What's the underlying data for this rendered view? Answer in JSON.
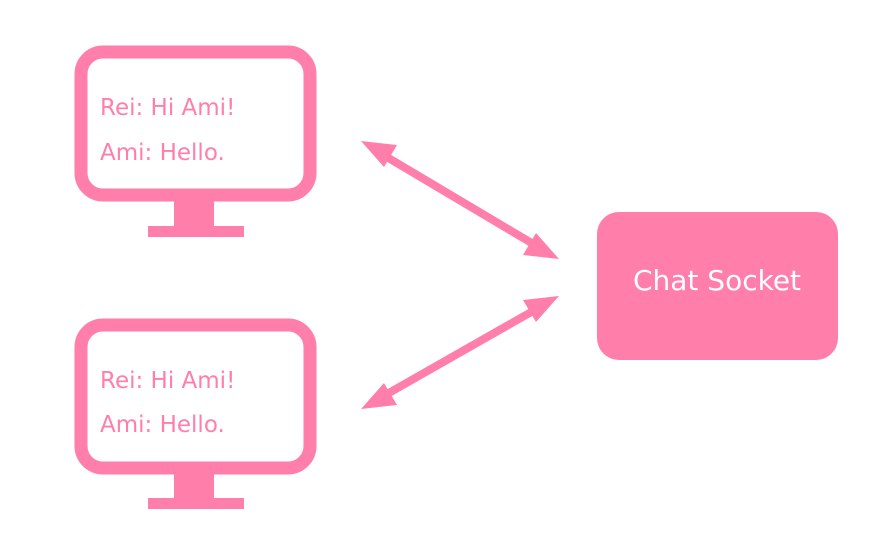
{
  "colors": {
    "accent": "#ff7eaa",
    "background": "#ffffff",
    "socket_text": "#ffffff"
  },
  "clients": [
    {
      "lines": [
        "Rei: Hi Ami!",
        "Ami: Hello."
      ]
    },
    {
      "lines": [
        "Rei: Hi Ami!",
        "Ami: Hello."
      ]
    }
  ],
  "server": {
    "label": "Chat Socket"
  }
}
